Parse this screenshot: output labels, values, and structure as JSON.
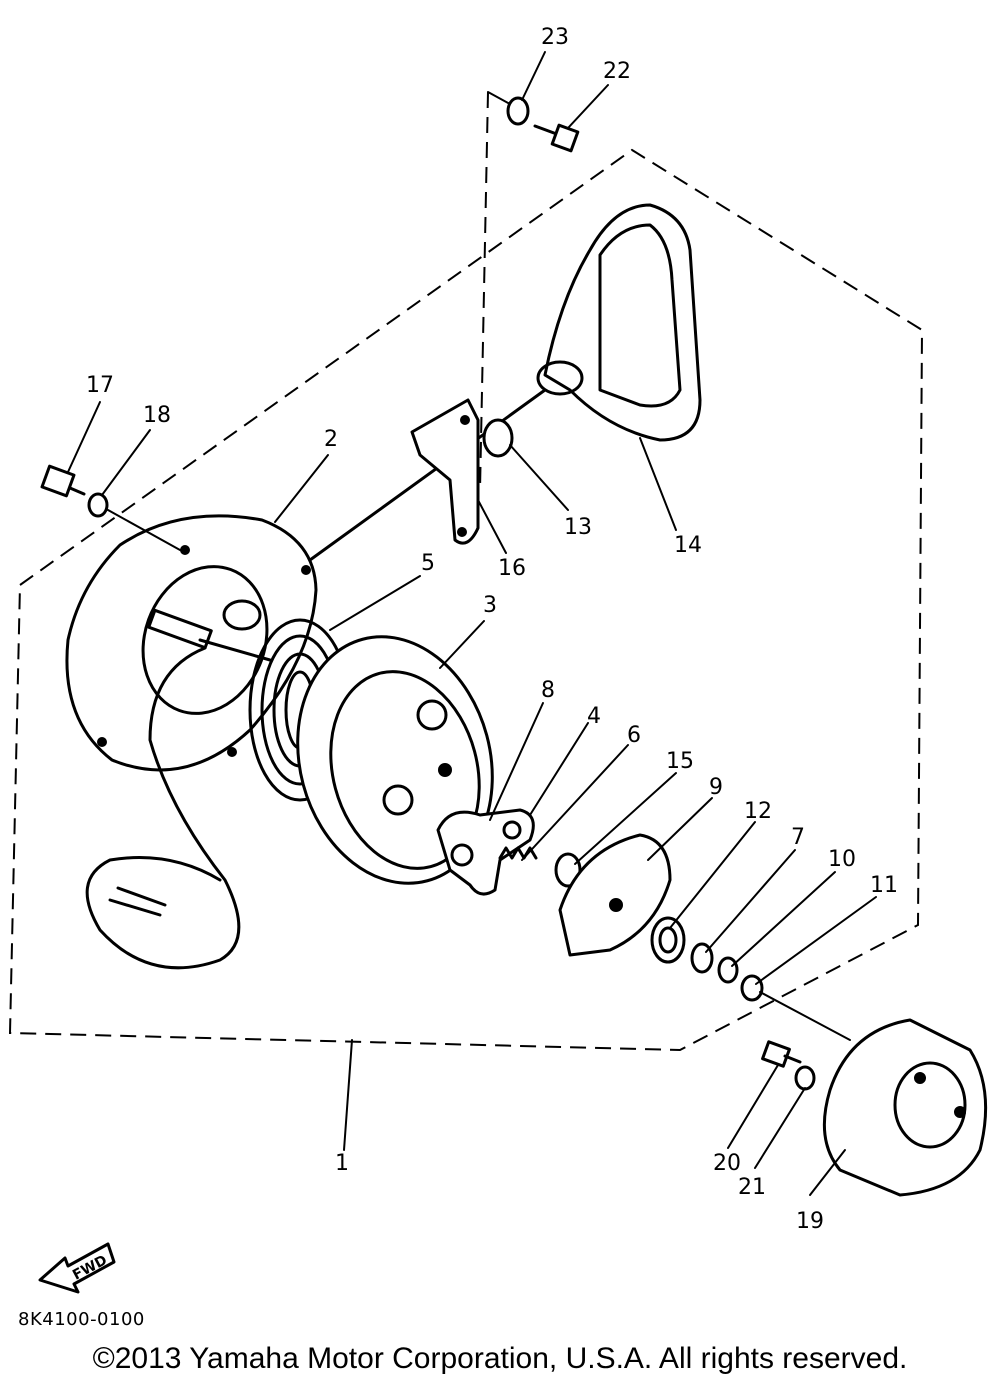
{
  "diagram": {
    "code": "8K4100-0100",
    "fwd_label": "FWD",
    "copyright": "©2013 Yamaha Motor Corporation, U.S.A. All rights reserved.",
    "callouts": {
      "c1": "1",
      "c2": "2",
      "c3": "3",
      "c4": "4",
      "c5": "5",
      "c6": "6",
      "c7": "7",
      "c8": "8",
      "c9": "9",
      "c10": "10",
      "c11": "11",
      "c12": "12",
      "c13": "13",
      "c14": "14",
      "c15": "15",
      "c16": "16",
      "c17": "17",
      "c18": "18",
      "c19": "19",
      "c20": "20",
      "c21": "21",
      "c22": "22",
      "c23": "23"
    }
  }
}
